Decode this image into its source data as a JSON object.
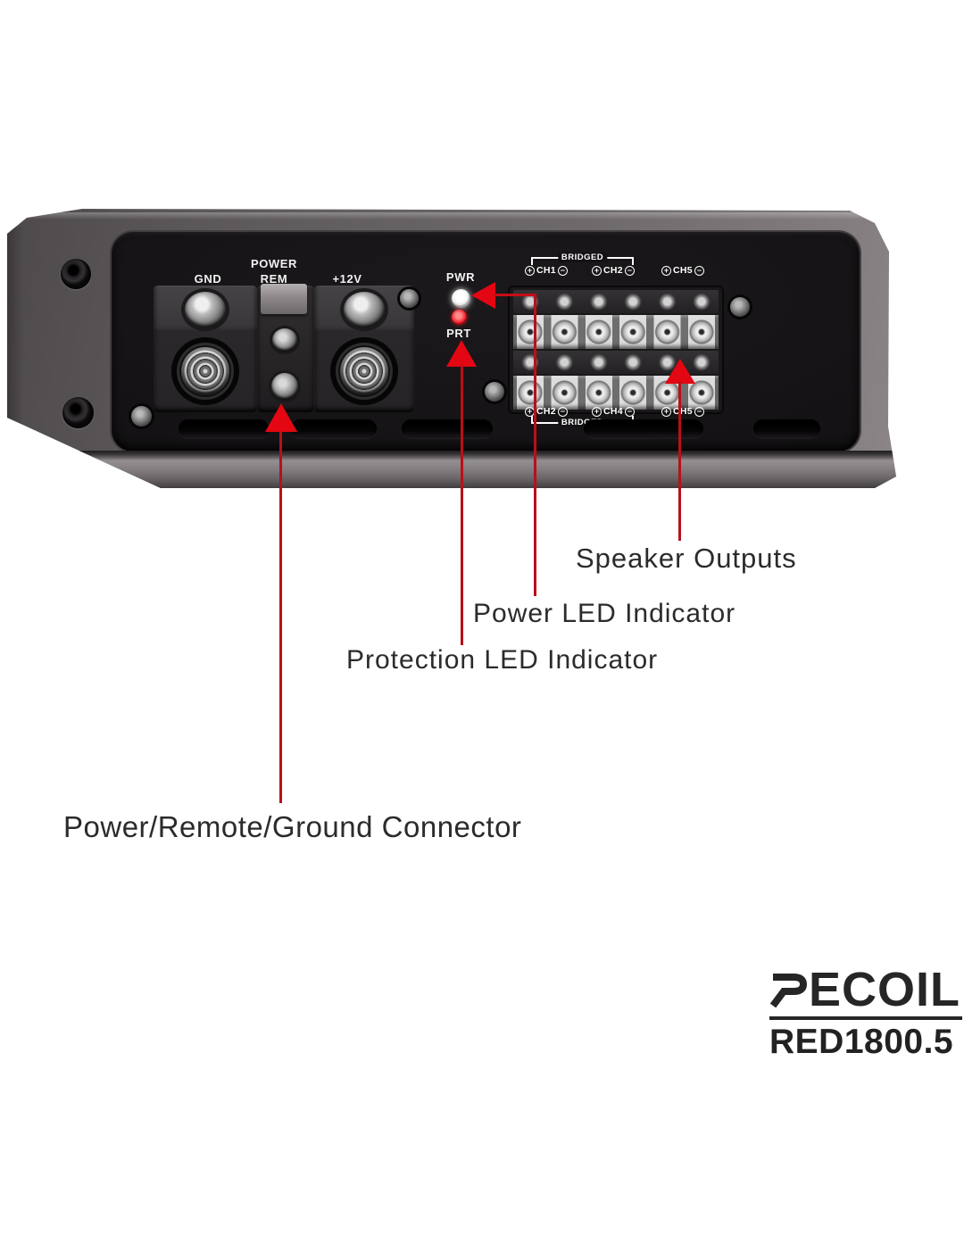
{
  "callouts": {
    "speaker_outputs": "Speaker Outputs",
    "power_led": "Power LED Indicator",
    "protection_led": "Protection LED Indicator",
    "power_remote_ground": "Power/Remote/Ground Connector"
  },
  "panel_labels": {
    "power": "POWER",
    "rem": "REM",
    "gnd": "GND",
    "plus12v": "+12V",
    "pwr": "PWR",
    "prt": "PRT"
  },
  "speaker_channels": {
    "bridged_top": "BRIDGED",
    "bridged_bottom": "BRIDGED",
    "plus_symbol": "+",
    "minus_symbol": "−",
    "top_row": [
      "CH1",
      "CH2",
      "CH5"
    ],
    "bottom_row": [
      "CH2",
      "CH4",
      "CH5"
    ]
  },
  "leds": {
    "pwr_color": "#ffffff",
    "prt_color": "#f3202c"
  },
  "branding": {
    "brand": "RECOIL",
    "brand_tail": "ECOIL",
    "model": "RED1800.5"
  },
  "colors": {
    "arrow_red": "#e30613",
    "line_red": "#b8101a",
    "body_metal": "#676365",
    "panel_black": "#141214",
    "text_dark": "#2b2b2b"
  }
}
